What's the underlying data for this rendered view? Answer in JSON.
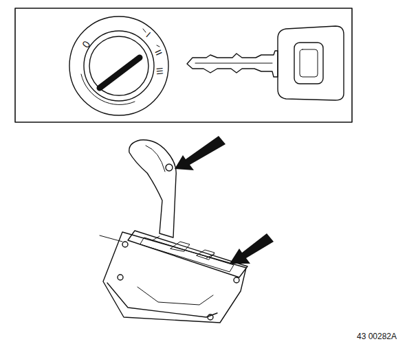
{
  "diagram": {
    "labels": [
      "0",
      "I",
      "II",
      "III",
      "43 00282A"
    ]
  }
}
